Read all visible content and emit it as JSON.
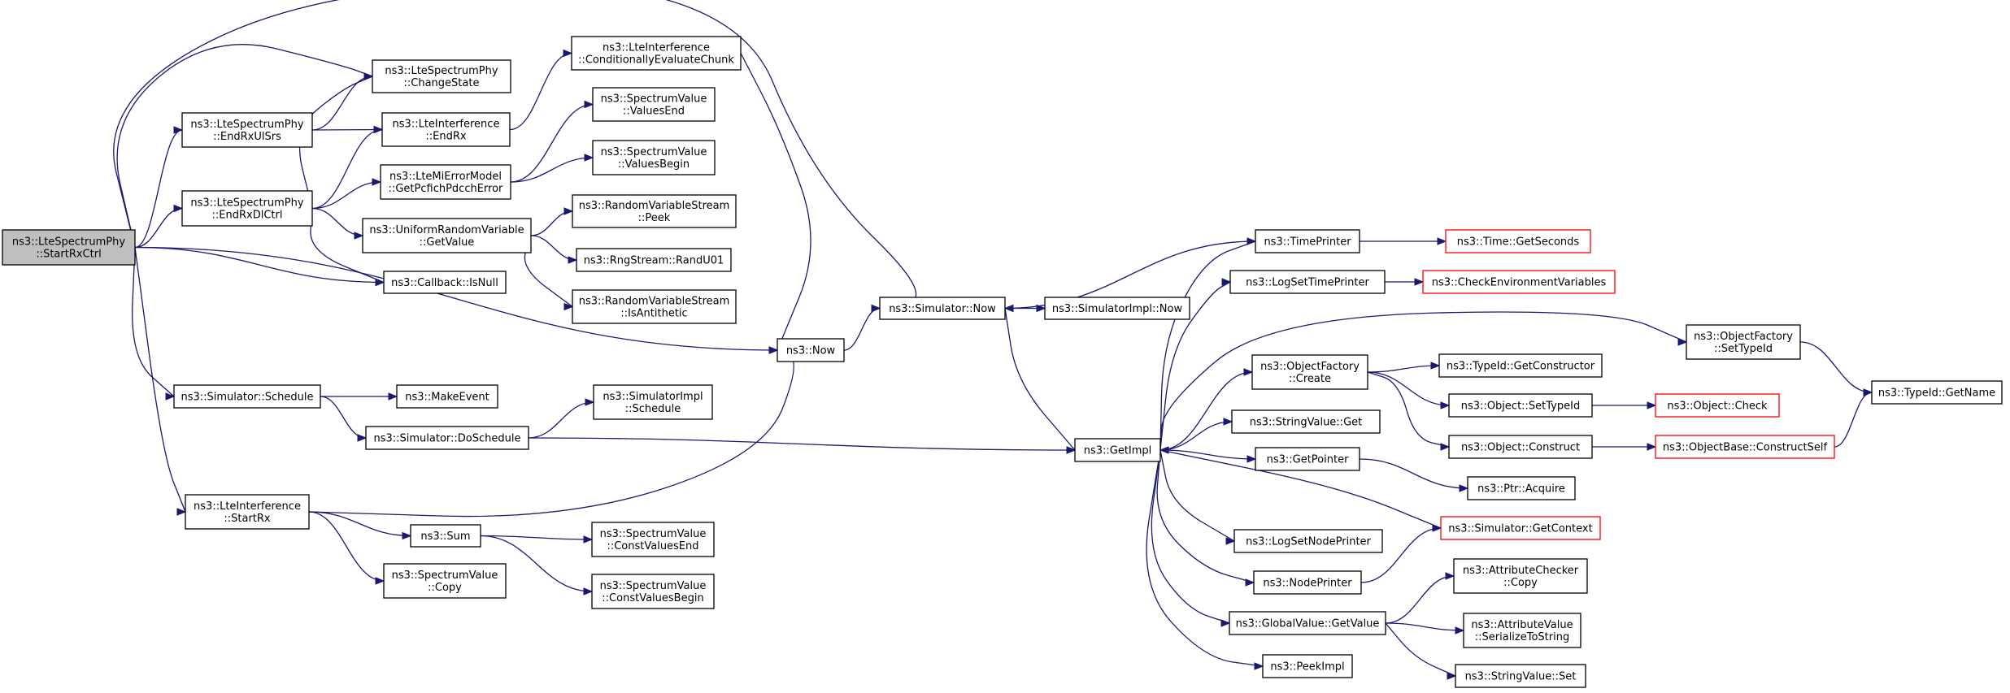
{
  "diagram": {
    "colors": {
      "edge": "#191970",
      "root_fill": "#bfbfbf",
      "node_fill": "#ffffff",
      "node_border": "#000000",
      "truncated_border": "#ff0000"
    },
    "nodes": [
      {
        "id": "startrxctrl",
        "lines": [
          "ns3::LteSpectrumPhy",
          "::StartRxCtrl"
        ],
        "style": "root"
      },
      {
        "id": "changestate",
        "lines": [
          "ns3::LteSpectrumPhy",
          "::ChangeState"
        ],
        "style": "normal"
      },
      {
        "id": "endrxulsrs",
        "lines": [
          "ns3::LteSpectrumPhy",
          "::EndRxUlSrs"
        ],
        "style": "normal"
      },
      {
        "id": "endrxdlctrl",
        "lines": [
          "ns3::LteSpectrumPhy",
          "::EndRxDlCtrl"
        ],
        "style": "normal"
      },
      {
        "id": "condeval",
        "lines": [
          "ns3::LteInterference",
          "::ConditionallyEvaluateChunk"
        ],
        "style": "normal"
      },
      {
        "id": "lteint_endrx",
        "lines": [
          "ns3::LteInterference",
          "::EndRx"
        ],
        "style": "normal"
      },
      {
        "id": "valuesend",
        "lines": [
          "ns3::SpectrumValue",
          "::ValuesEnd"
        ],
        "style": "normal"
      },
      {
        "id": "valuesbegin",
        "lines": [
          "ns3::SpectrumValue",
          "::ValuesBegin"
        ],
        "style": "normal"
      },
      {
        "id": "pcfich",
        "lines": [
          "ns3::LteMiErrorModel",
          "::GetPcfichPdcchError"
        ],
        "style": "normal"
      },
      {
        "id": "urv_getvalue",
        "lines": [
          "ns3::UniformRandomVariable",
          "::GetValue"
        ],
        "style": "normal"
      },
      {
        "id": "rvs_peek",
        "lines": [
          "ns3::RandomVariableStream",
          "::Peek"
        ],
        "style": "normal"
      },
      {
        "id": "randu01",
        "lines": [
          "ns3::RngStream::RandU01"
        ],
        "style": "normal"
      },
      {
        "id": "isantithetic",
        "lines": [
          "ns3::RandomVariableStream",
          "::IsAntithetic"
        ],
        "style": "normal"
      },
      {
        "id": "isnull",
        "lines": [
          "ns3::Callback::IsNull"
        ],
        "style": "normal"
      },
      {
        "id": "now",
        "lines": [
          "ns3::Now"
        ],
        "style": "normal"
      },
      {
        "id": "sim_now",
        "lines": [
          "ns3::Simulator::Now"
        ],
        "style": "normal"
      },
      {
        "id": "simimpl_now",
        "lines": [
          "ns3::SimulatorImpl::Now"
        ],
        "style": "normal"
      },
      {
        "id": "sim_schedule",
        "lines": [
          "ns3::Simulator::Schedule"
        ],
        "style": "normal"
      },
      {
        "id": "makeevent",
        "lines": [
          "ns3::MakeEvent"
        ],
        "style": "normal"
      },
      {
        "id": "simimpl_schedule",
        "lines": [
          "ns3::SimulatorImpl",
          "::Schedule"
        ],
        "style": "normal"
      },
      {
        "id": "doschedule",
        "lines": [
          "ns3::Simulator::DoSchedule"
        ],
        "style": "normal"
      },
      {
        "id": "getimpl",
        "lines": [
          "ns3::GetImpl"
        ],
        "style": "normal"
      },
      {
        "id": "lteint_startrx",
        "lines": [
          "ns3::LteInterference",
          "::StartRx"
        ],
        "style": "normal"
      },
      {
        "id": "sum",
        "lines": [
          "ns3::Sum"
        ],
        "style": "normal"
      },
      {
        "id": "constvaluesend",
        "lines": [
          "ns3::SpectrumValue",
          "::ConstValuesEnd"
        ],
        "style": "normal"
      },
      {
        "id": "constvaluesbegin",
        "lines": [
          "ns3::SpectrumValue",
          "::ConstValuesBegin"
        ],
        "style": "normal"
      },
      {
        "id": "sv_copy",
        "lines": [
          "ns3::SpectrumValue",
          "::Copy"
        ],
        "style": "normal"
      },
      {
        "id": "timeprinter",
        "lines": [
          "ns3::TimePrinter"
        ],
        "style": "normal"
      },
      {
        "id": "time_getseconds",
        "lines": [
          "ns3::Time::GetSeconds"
        ],
        "style": "truncated"
      },
      {
        "id": "logsettimeprinter",
        "lines": [
          "ns3::LogSetTimePrinter"
        ],
        "style": "normal"
      },
      {
        "id": "checkenv",
        "lines": [
          "ns3::CheckEnvironmentVariables"
        ],
        "style": "truncated"
      },
      {
        "id": "of_settypeid",
        "lines": [
          "ns3::ObjectFactory",
          "::SetTypeId"
        ],
        "style": "normal"
      },
      {
        "id": "typeid_getname",
        "lines": [
          "ns3::TypeId::GetName"
        ],
        "style": "normal"
      },
      {
        "id": "of_create",
        "lines": [
          "ns3::ObjectFactory",
          "::Create"
        ],
        "style": "normal"
      },
      {
        "id": "getconstructor",
        "lines": [
          "ns3::TypeId::GetConstructor"
        ],
        "style": "normal"
      },
      {
        "id": "obj_settypeid",
        "lines": [
          "ns3::Object::SetTypeId"
        ],
        "style": "normal"
      },
      {
        "id": "obj_check",
        "lines": [
          "ns3::Object::Check"
        ],
        "style": "truncated"
      },
      {
        "id": "stringvalue_get",
        "lines": [
          "ns3::StringValue::Get"
        ],
        "style": "normal"
      },
      {
        "id": "obj_construct",
        "lines": [
          "ns3::Object::Construct"
        ],
        "style": "normal"
      },
      {
        "id": "constructself",
        "lines": [
          "ns3::ObjectBase::ConstructSelf"
        ],
        "style": "truncated"
      },
      {
        "id": "getpointer",
        "lines": [
          "ns3::GetPointer"
        ],
        "style": "normal"
      },
      {
        "id": "ptr_acquire",
        "lines": [
          "ns3::Ptr::Acquire"
        ],
        "style": "normal"
      },
      {
        "id": "sim_getcontext",
        "lines": [
          "ns3::Simulator::GetContext"
        ],
        "style": "truncated"
      },
      {
        "id": "logsetnodeprinter",
        "lines": [
          "ns3::LogSetNodePrinter"
        ],
        "style": "normal"
      },
      {
        "id": "nodeprinter",
        "lines": [
          "ns3::NodePrinter"
        ],
        "style": "normal"
      },
      {
        "id": "ac_copy",
        "lines": [
          "ns3::AttributeChecker",
          "::Copy"
        ],
        "style": "normal"
      },
      {
        "id": "gv_getvalue",
        "lines": [
          "ns3::GlobalValue::GetValue"
        ],
        "style": "normal"
      },
      {
        "id": "serializetostring",
        "lines": [
          "ns3::AttributeValue",
          "::SerializeToString"
        ],
        "style": "normal"
      },
      {
        "id": "peekimpl",
        "lines": [
          "ns3::PeekImpl"
        ],
        "style": "normal"
      },
      {
        "id": "stringvalue_set",
        "lines": [
          "ns3::StringValue::Set"
        ],
        "style": "normal"
      }
    ],
    "edges": [
      [
        "startrxctrl",
        "changestate"
      ],
      [
        "startrxctrl",
        "endrxulsrs"
      ],
      [
        "startrxctrl",
        "endrxdlctrl"
      ],
      [
        "startrxctrl",
        "isnull"
      ],
      [
        "startrxctrl",
        "sim_now"
      ],
      [
        "startrxctrl",
        "now"
      ],
      [
        "startrxctrl",
        "sim_schedule"
      ],
      [
        "startrxctrl",
        "lteint_startrx"
      ],
      [
        "endrxulsrs",
        "changestate"
      ],
      [
        "endrxulsrs",
        "lteint_endrx"
      ],
      [
        "endrxdlctrl",
        "changestate"
      ],
      [
        "endrxdlctrl",
        "lteint_endrx"
      ],
      [
        "endrxdlctrl",
        "pcfich"
      ],
      [
        "endrxdlctrl",
        "urv_getvalue"
      ],
      [
        "endrxdlctrl",
        "isnull"
      ],
      [
        "lteint_endrx",
        "condeval"
      ],
      [
        "condeval",
        "now"
      ],
      [
        "pcfich",
        "valuesend"
      ],
      [
        "pcfich",
        "valuesbegin"
      ],
      [
        "urv_getvalue",
        "rvs_peek"
      ],
      [
        "urv_getvalue",
        "randu01"
      ],
      [
        "urv_getvalue",
        "isantithetic"
      ],
      [
        "now",
        "sim_now"
      ],
      [
        "sim_now",
        "simimpl_now"
      ],
      [
        "sim_now",
        "getimpl"
      ],
      [
        "sim_schedule",
        "makeevent"
      ],
      [
        "sim_schedule",
        "doschedule"
      ],
      [
        "doschedule",
        "simimpl_schedule"
      ],
      [
        "doschedule",
        "getimpl"
      ],
      [
        "lteint_startrx",
        "now"
      ],
      [
        "lteint_startrx",
        "sum"
      ],
      [
        "lteint_startrx",
        "sv_copy"
      ],
      [
        "sum",
        "constvaluesend"
      ],
      [
        "sum",
        "constvaluesbegin"
      ],
      [
        "timeprinter",
        "sim_now"
      ],
      [
        "timeprinter",
        "time_getseconds"
      ],
      [
        "logsettimeprinter",
        "checkenv"
      ],
      [
        "getimpl",
        "timeprinter"
      ],
      [
        "getimpl",
        "logsettimeprinter"
      ],
      [
        "getimpl",
        "of_settypeid"
      ],
      [
        "getimpl",
        "of_create"
      ],
      [
        "getimpl",
        "stringvalue_get"
      ],
      [
        "getimpl",
        "getpointer"
      ],
      [
        "getimpl",
        "logsetnodeprinter"
      ],
      [
        "getimpl",
        "nodeprinter"
      ],
      [
        "getimpl",
        "gv_getvalue"
      ],
      [
        "getimpl",
        "peekimpl"
      ],
      [
        "of_settypeid",
        "typeid_getname"
      ],
      [
        "of_create",
        "getconstructor"
      ],
      [
        "of_create",
        "obj_settypeid"
      ],
      [
        "of_create",
        "obj_construct"
      ],
      [
        "obj_settypeid",
        "obj_check"
      ],
      [
        "obj_construct",
        "constructself"
      ],
      [
        "constructself",
        "typeid_getname"
      ],
      [
        "getpointer",
        "ptr_acquire"
      ],
      [
        "sim_getcontext",
        "getimpl"
      ],
      [
        "nodeprinter",
        "sim_getcontext"
      ],
      [
        "gv_getvalue",
        "ac_copy"
      ],
      [
        "gv_getvalue",
        "serializetostring"
      ],
      [
        "gv_getvalue",
        "stringvalue_set"
      ]
    ]
  }
}
